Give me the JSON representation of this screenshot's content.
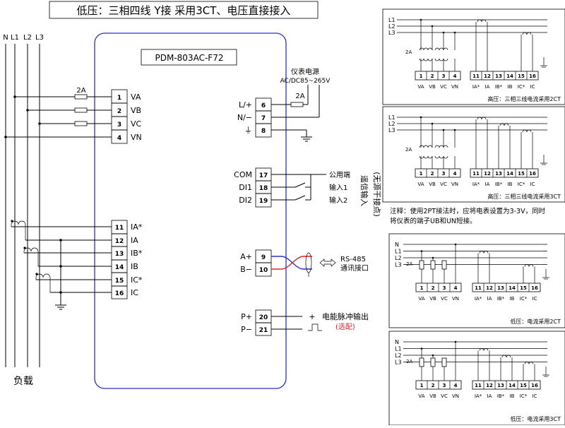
{
  "title": "低压：三相四线 Y接 采用3CT、电压直接接入",
  "device": {
    "model": "PDM-803AC-F72"
  },
  "lines": {
    "n": "N",
    "l1": "L1",
    "l2": "L2",
    "l3": "L3"
  },
  "load_label": "负载",
  "fuse_label": "2A",
  "power_note": {
    "line1": "仪表电源",
    "line2": "AC/DC85~265V",
    "fuse": "2A"
  },
  "left_terminals": [
    {
      "num": "1",
      "label": "VA"
    },
    {
      "num": "2",
      "label": "VB"
    },
    {
      "num": "3",
      "label": "VC"
    },
    {
      "num": "4",
      "label": "VN"
    },
    {
      "num": "11",
      "label": "IA*"
    },
    {
      "num": "12",
      "label": "IA"
    },
    {
      "num": "13",
      "label": "IB*"
    },
    {
      "num": "14",
      "label": "IB"
    },
    {
      "num": "15",
      "label": "IC*"
    },
    {
      "num": "16",
      "label": "IC"
    }
  ],
  "power_terminals": [
    {
      "num": "6",
      "label": "L/+"
    },
    {
      "num": "7",
      "label": "N/−"
    },
    {
      "num": "8",
      "label": "⏚"
    }
  ],
  "switch_terminals": [
    {
      "num": "17",
      "label": "COM",
      "right": "公用端"
    },
    {
      "num": "18",
      "label": "DI1",
      "right": "输入1"
    },
    {
      "num": "19",
      "label": "DI2",
      "right": "输入2"
    }
  ],
  "switch_note": {
    "a": "遥信输入",
    "b": "(无源干接点)"
  },
  "comm_terminals": [
    {
      "num": "9",
      "label": "A+"
    },
    {
      "num": "10",
      "label": "B−"
    }
  ],
  "comm_note": {
    "line1": "RS-485",
    "line2": "通讯接口"
  },
  "pulse_terminals": [
    {
      "num": "20",
      "label": "P+"
    },
    {
      "num": "21",
      "label": "P−"
    }
  ],
  "pulse_note": {
    "sign": "+",
    "text": "电能脉冲输出",
    "option": "(选配)"
  },
  "mini_terminals": [
    "1",
    "2",
    "3",
    "4",
    "11",
    "12",
    "13",
    "14",
    "15",
    "16"
  ],
  "mini_labels": [
    "VA",
    "VB",
    "VC",
    "VN",
    "IA*",
    "IA",
    "IB*",
    "IB",
    "IC*",
    "IC"
  ],
  "insets": [
    {
      "caption": "高压：三相三线电流采用2CT"
    },
    {
      "caption": "高压：三相三线电流采用3CT"
    },
    {
      "caption": "低压：电流采用2CT"
    },
    {
      "caption": "低压：电流采用3CT"
    }
  ],
  "note": {
    "line1": "注释：使用2PT接法时，应将电表设置为3-3V，同时",
    "line2": "将仪表的端子UB和UN短接。"
  },
  "colors": {
    "device_border": "#2a2fd1",
    "red": "#e8202a",
    "blue": "#2a2fd1"
  }
}
